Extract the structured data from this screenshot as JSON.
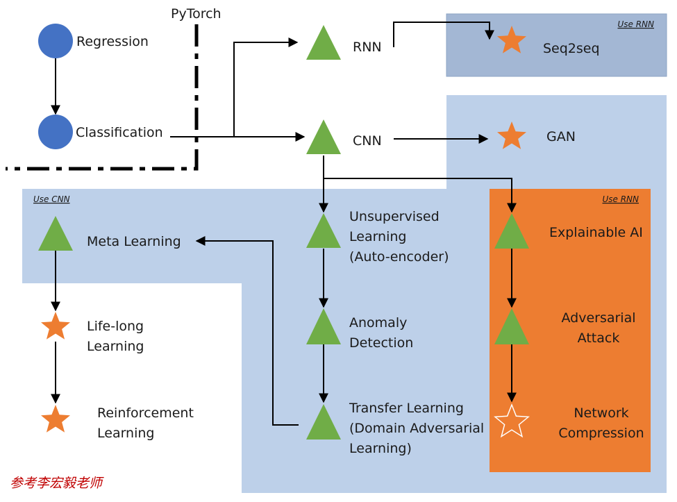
{
  "colors": {
    "region_blue": "#bdd0e9",
    "seq_box": "#a3b7d4",
    "orange_region": "#ed7d31",
    "node_circle": "#4472c4",
    "node_triangle": "#70ad47",
    "node_star": "#ed7d31",
    "footer": "#c00000"
  },
  "framework_label": "PyTorch",
  "region_tags": {
    "top_right": "Use RNN",
    "left": "Use CNN",
    "orange": "Use RNN"
  },
  "nodes": {
    "regression": {
      "shape": "circle",
      "label": [
        "Regression"
      ]
    },
    "classification": {
      "shape": "circle",
      "label": [
        "Classification"
      ]
    },
    "rnn": {
      "shape": "triangle",
      "label": [
        "RNN"
      ]
    },
    "cnn": {
      "shape": "triangle",
      "label": [
        "CNN"
      ]
    },
    "seq2seq": {
      "shape": "star",
      "label": [
        "Seq2seq"
      ]
    },
    "gan": {
      "shape": "star",
      "label": [
        "GAN"
      ]
    },
    "meta_learning": {
      "shape": "triangle",
      "label": [
        "Meta Learning"
      ]
    },
    "life_long": {
      "shape": "star",
      "label": [
        "Life-long",
        "Learning"
      ]
    },
    "reinforcement": {
      "shape": "star",
      "label": [
        "Reinforcement",
        "Learning"
      ]
    },
    "unsupervised": {
      "shape": "triangle",
      "label": [
        "Unsupervised",
        "Learning",
        "(Auto-encoder)"
      ]
    },
    "anomaly": {
      "shape": "triangle",
      "label": [
        "Anomaly",
        "Detection"
      ]
    },
    "transfer": {
      "shape": "triangle",
      "label": [
        "Transfer Learning",
        "(Domain Adversarial",
        "Learning)"
      ]
    },
    "explainable": {
      "shape": "triangle",
      "label": [
        "Explainable AI"
      ]
    },
    "adversarial": {
      "shape": "triangle",
      "label": [
        "Adversarial",
        "Attack"
      ]
    },
    "compression": {
      "shape": "star-outline",
      "label": [
        "Network",
        "Compression"
      ]
    }
  },
  "footer": "参考李宏毅老师"
}
